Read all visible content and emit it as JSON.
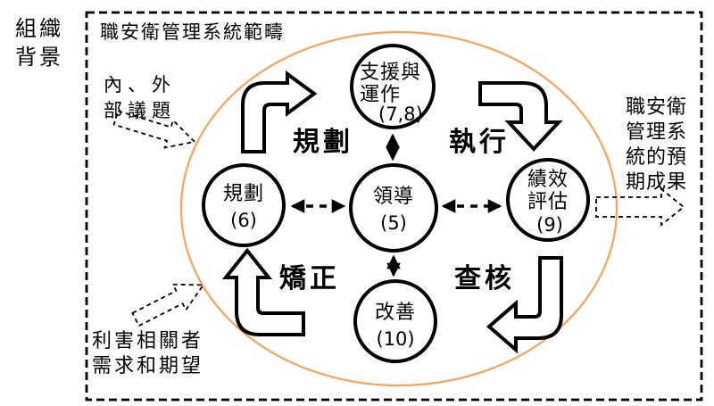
{
  "colors": {
    "accent_orange": "#F5A35C",
    "ink": "#000000"
  },
  "outside": {
    "org_context": [
      "組織",
      "背景"
    ],
    "issues": [
      "內、外",
      "部議題"
    ],
    "stakeholders": [
      "利害相關者",
      "需求和期望"
    ],
    "outcomes": [
      "職安衛",
      "管理系",
      "統的預",
      "期成果"
    ]
  },
  "scope_label": "職安衛管理系統範疇",
  "phases": {
    "plan": "規劃",
    "do": "執行",
    "check": "查核",
    "act": "矯正"
  },
  "nodes": {
    "support_operation": {
      "line1": "支援與",
      "line2": "運作",
      "clause": "(7,8)"
    },
    "planning": {
      "line1": "規劃",
      "clause": "(6)"
    },
    "leadership": {
      "line1": "領導",
      "clause": "(5)"
    },
    "performance_evaluation": {
      "line1": "績效",
      "line2": "評估",
      "clause": "(9)"
    },
    "improvement": {
      "line1": "改善",
      "clause": "(10)"
    }
  }
}
